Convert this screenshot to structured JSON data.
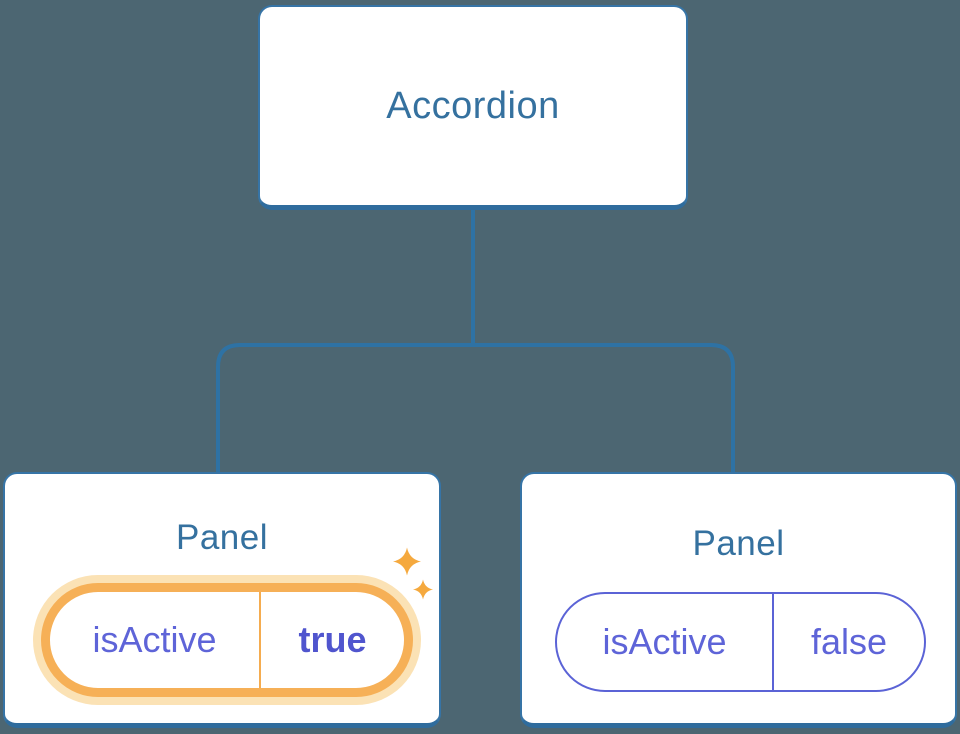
{
  "diagram": {
    "root": {
      "label": "Accordion"
    },
    "panels": [
      {
        "label": "Panel",
        "prop": {
          "key": "isActive",
          "value": "true"
        },
        "highlighted": true
      },
      {
        "label": "Panel",
        "prop": {
          "key": "isActive",
          "value": "false"
        },
        "highlighted": false
      }
    ],
    "colors": {
      "background": "#4C6672",
      "node_bg": "#FFFFFF",
      "node_border": "#3674A6",
      "node_border_bottom": "#2F6C9D",
      "node_text": "#35719F",
      "connector": "#2E72A4",
      "state_text": "#5E64D8",
      "state_value_active": "#5055CE",
      "active_ring": "#F6B057",
      "active_glow": "#FBE2B5",
      "active_divider": "#F5AC4F",
      "inactive_ring": "#5B63D6",
      "sparkle": "#F5A93E"
    }
  }
}
